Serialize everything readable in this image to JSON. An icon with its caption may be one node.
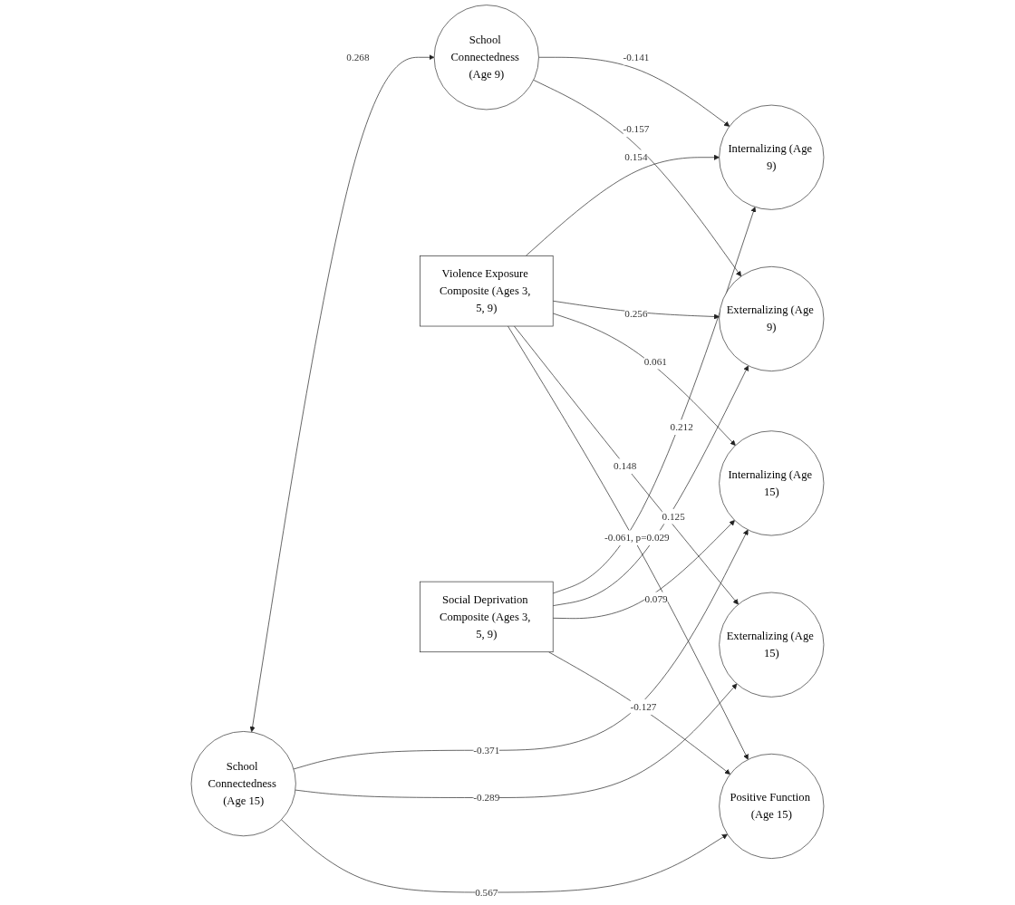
{
  "diagram": {
    "nodes": [
      {
        "text": [
          "School Connectedness (Age 9)"
        ]
      },
      {
        "text": [
          "School Connectedness (Age 15)"
        ]
      },
      {
        "text": [
          "Violence Exposure Composite (Ages 3, 5, 9)"
        ]
      },
      {
        "text": [
          "Social Deprivation Composite (Ages 3, 5, 9)"
        ]
      },
      {
        "text": [
          "Internalizing (Age 9)"
        ]
      },
      {
        "text": [
          "Externalizing (Age 9)"
        ]
      },
      {
        "text": [
          "Internalizing (Age 15)"
        ]
      },
      {
        "text": [
          "Externalizing (Age 15)"
        ]
      },
      {
        "text": [
          "Positive Function (Age 15)"
        ]
      }
    ],
    "edges": [
      {
        "from": 0,
        "to": 1,
        "arrow": "both",
        "label": "0.268"
      },
      {
        "from": 0,
        "to": 4,
        "arrow": "to",
        "label": "-0.141"
      },
      {
        "from": 0,
        "to": 5,
        "arrow": "to",
        "label": "-0.157"
      },
      {
        "from": 2,
        "to": 4,
        "arrow": "to",
        "label": "0.154"
      },
      {
        "from": 3,
        "to": 4,
        "arrow": "to",
        "label": "0.212"
      },
      {
        "from": 2,
        "to": 5,
        "arrow": "to",
        "label": "0.256"
      },
      {
        "from": 3,
        "to": 5,
        "arrow": "to",
        "label": "0.125"
      },
      {
        "from": 1,
        "to": 6,
        "arrow": "to",
        "label": "-0.371"
      },
      {
        "from": 2,
        "to": 6,
        "arrow": "to",
        "label": "0.061"
      },
      {
        "from": 3,
        "to": 6,
        "arrow": "to",
        "label": "0.079"
      },
      {
        "from": 1,
        "to": 7,
        "arrow": "to",
        "label": "-0.289"
      },
      {
        "from": 2,
        "to": 7,
        "arrow": "to",
        "label": "0.148"
      },
      {
        "from": 1,
        "to": 8,
        "arrow": "to",
        "label": "0.567"
      },
      {
        "from": 2,
        "to": 8,
        "arrow": "to",
        "label": "-0.061, p=0.029"
      },
      {
        "from": 3,
        "to": 8,
        "arrow": "to",
        "label": "-0.127"
      }
    ]
  }
}
